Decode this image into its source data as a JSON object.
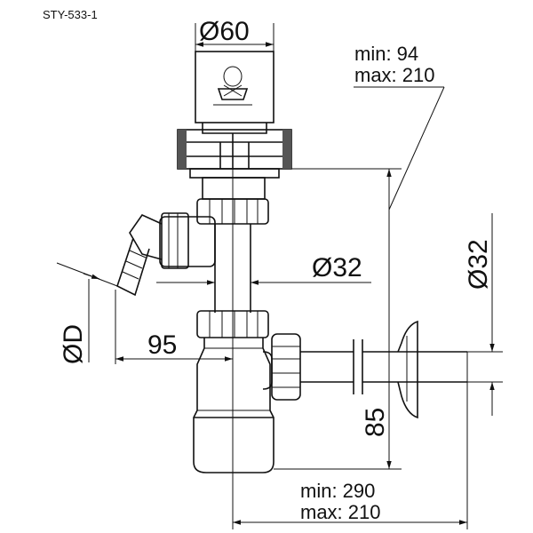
{
  "drawing": {
    "product_code": "STY-533-1",
    "dimensions": {
      "top_diameter": "Ø60",
      "height_min": "min: 94",
      "height_max": "max: 210",
      "pipe_diameter_center": "Ø32",
      "pipe_diameter_right": "Ø32",
      "side_inlet_diameter": "ØD",
      "side_offset": "95",
      "outlet_height": "85",
      "length_min": "min:  290",
      "length_max": "max: 210"
    }
  }
}
